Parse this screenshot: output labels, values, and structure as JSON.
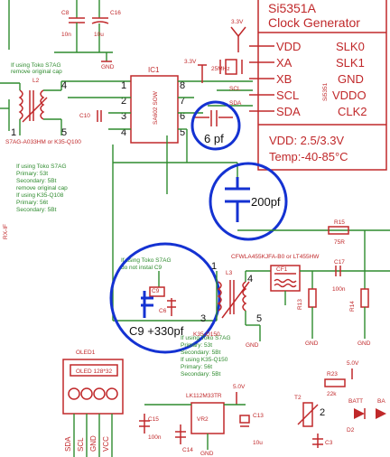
{
  "clock": {
    "chip": "Si5351A",
    "title": "Clock Generator",
    "left": [
      "VDD",
      "XA",
      "XB",
      "SCL",
      "SDA"
    ],
    "right": [
      "SLK0",
      "SLK1",
      "GND",
      "VDDO",
      "CLK2"
    ],
    "part": "Si5351",
    "vdd": "VDD:  2.5/3.3V",
    "temp": "Temp:-40-85°C"
  },
  "annotations": {
    "cap_small": "6 pf",
    "cap_mid": "200pf",
    "cap_large": "C9 +330pf"
  },
  "notes": {
    "toko1_a": "If using Toko S7AG",
    "toko1_b": "remove original cap",
    "mid": [
      "If using Toko S7AG",
      "Primary: 53t",
      "Secondary: 5Bt",
      "remove original cap",
      "If using K35-Q108",
      "Primary: 56t",
      "Secondary: 5Bt"
    ],
    "c9": [
      "If using Toko S7AG",
      "do not instal C9"
    ],
    "low": [
      "If using Toko S7AG",
      "Primary: 53t",
      "Secondary: 5Bt",
      "If using K35-Q150",
      "Primary: 56t",
      "Secondary: 5Bt"
    ]
  },
  "labels": {
    "c8": "C8",
    "c8_val": "10n",
    "c16": "C16",
    "c16_val": "10u",
    "gnd": "GND",
    "l2": "L2",
    "l2_part": "S7AG-A033HM or K35-Q100",
    "ic1": "IC1",
    "ic1_part": "SA602 SOW",
    "c10": "C10",
    "v33": "3.3V",
    "crystal": "25MHz",
    "scl": "SCL",
    "sda": "SDA",
    "left_net": "RX-IF",
    "r15": "R15",
    "r15_val": "75R",
    "c9": "C9",
    "c6": "C6",
    "l3": "L3",
    "l3_part": "K35-Q150",
    "filter_part": "CFWLA455KJFA-B0 or LT455HW",
    "xf1": "CF1",
    "r13": "R13",
    "c17": "C17",
    "c17_val": "100n",
    "r14": "R14",
    "reg": "LK112M33TR",
    "v5": "5.0V",
    "vr2": "VR2",
    "c15": "C15",
    "c15_val": "100n",
    "c14": "C14",
    "c13": "C13",
    "c13_val": "10u",
    "r23": "R23",
    "r23_val": "22k",
    "t2": "T2",
    "batt": "BATT",
    "batt2": "BA",
    "d2": "D2",
    "c3": "C3"
  },
  "pins": {
    "l2_1": "1",
    "l2_4": "4",
    "l2_5": "5",
    "ic1_1": "1",
    "ic1_2": "2",
    "ic1_3": "3",
    "ic1_4": "4",
    "ic1_5": "5",
    "ic1_6": "6",
    "ic1_7": "7",
    "ic1_8": "8",
    "l3_1": "1",
    "l3_3": "3",
    "l3_4": "4",
    "l3_5": "5",
    "batt_2": "2"
  },
  "oled": {
    "ref": "OLED1",
    "label": "OLED 128*32",
    "pins": [
      "SDA",
      "SCL",
      "GND",
      "VCC"
    ]
  }
}
